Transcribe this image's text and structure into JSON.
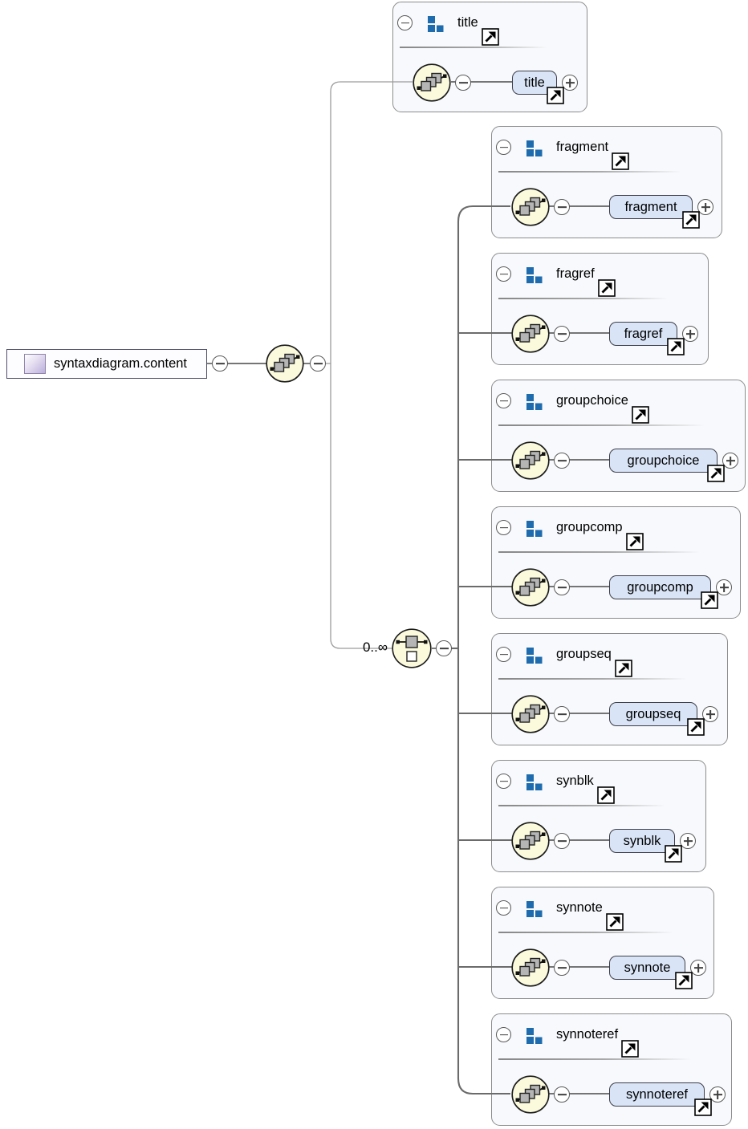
{
  "root": {
    "label": "syntaxdiagram.content"
  },
  "occurrence": {
    "label": "0..∞"
  },
  "groups": [
    {
      "header": "title",
      "element": "title"
    },
    {
      "header": "fragment",
      "element": "fragment"
    },
    {
      "header": "fragref",
      "element": "fragref"
    },
    {
      "header": "groupchoice",
      "element": "groupchoice"
    },
    {
      "header": "groupcomp",
      "element": "groupcomp"
    },
    {
      "header": "groupseq",
      "element": "groupseq"
    },
    {
      "header": "synblk",
      "element": "synblk"
    },
    {
      "header": "synnote",
      "element": "synnote"
    },
    {
      "header": "synnoteref",
      "element": "synnoteref"
    }
  ],
  "icons": {
    "sequence": "diagonal-chain-of-squares-in-yellow-circle",
    "choice": "switch-squares-in-yellow-circle",
    "model_group": "three-blue-squares",
    "link": "arrow-up-right-box",
    "collapse": "minus-circle",
    "expand": "plus-circle",
    "root_element": "purple-gradient-square"
  },
  "colors": {
    "group_fill": "#f7f9fc",
    "group_border": "#8c8c8c",
    "element_fill": "#d9e5f7",
    "element_border": "#3e3e4a",
    "badge_fill": "#fbfadd",
    "icon_blue": "#1e6bad",
    "wire_dark": "#6b6b6b",
    "wire_light": "#9c9c9c"
  }
}
